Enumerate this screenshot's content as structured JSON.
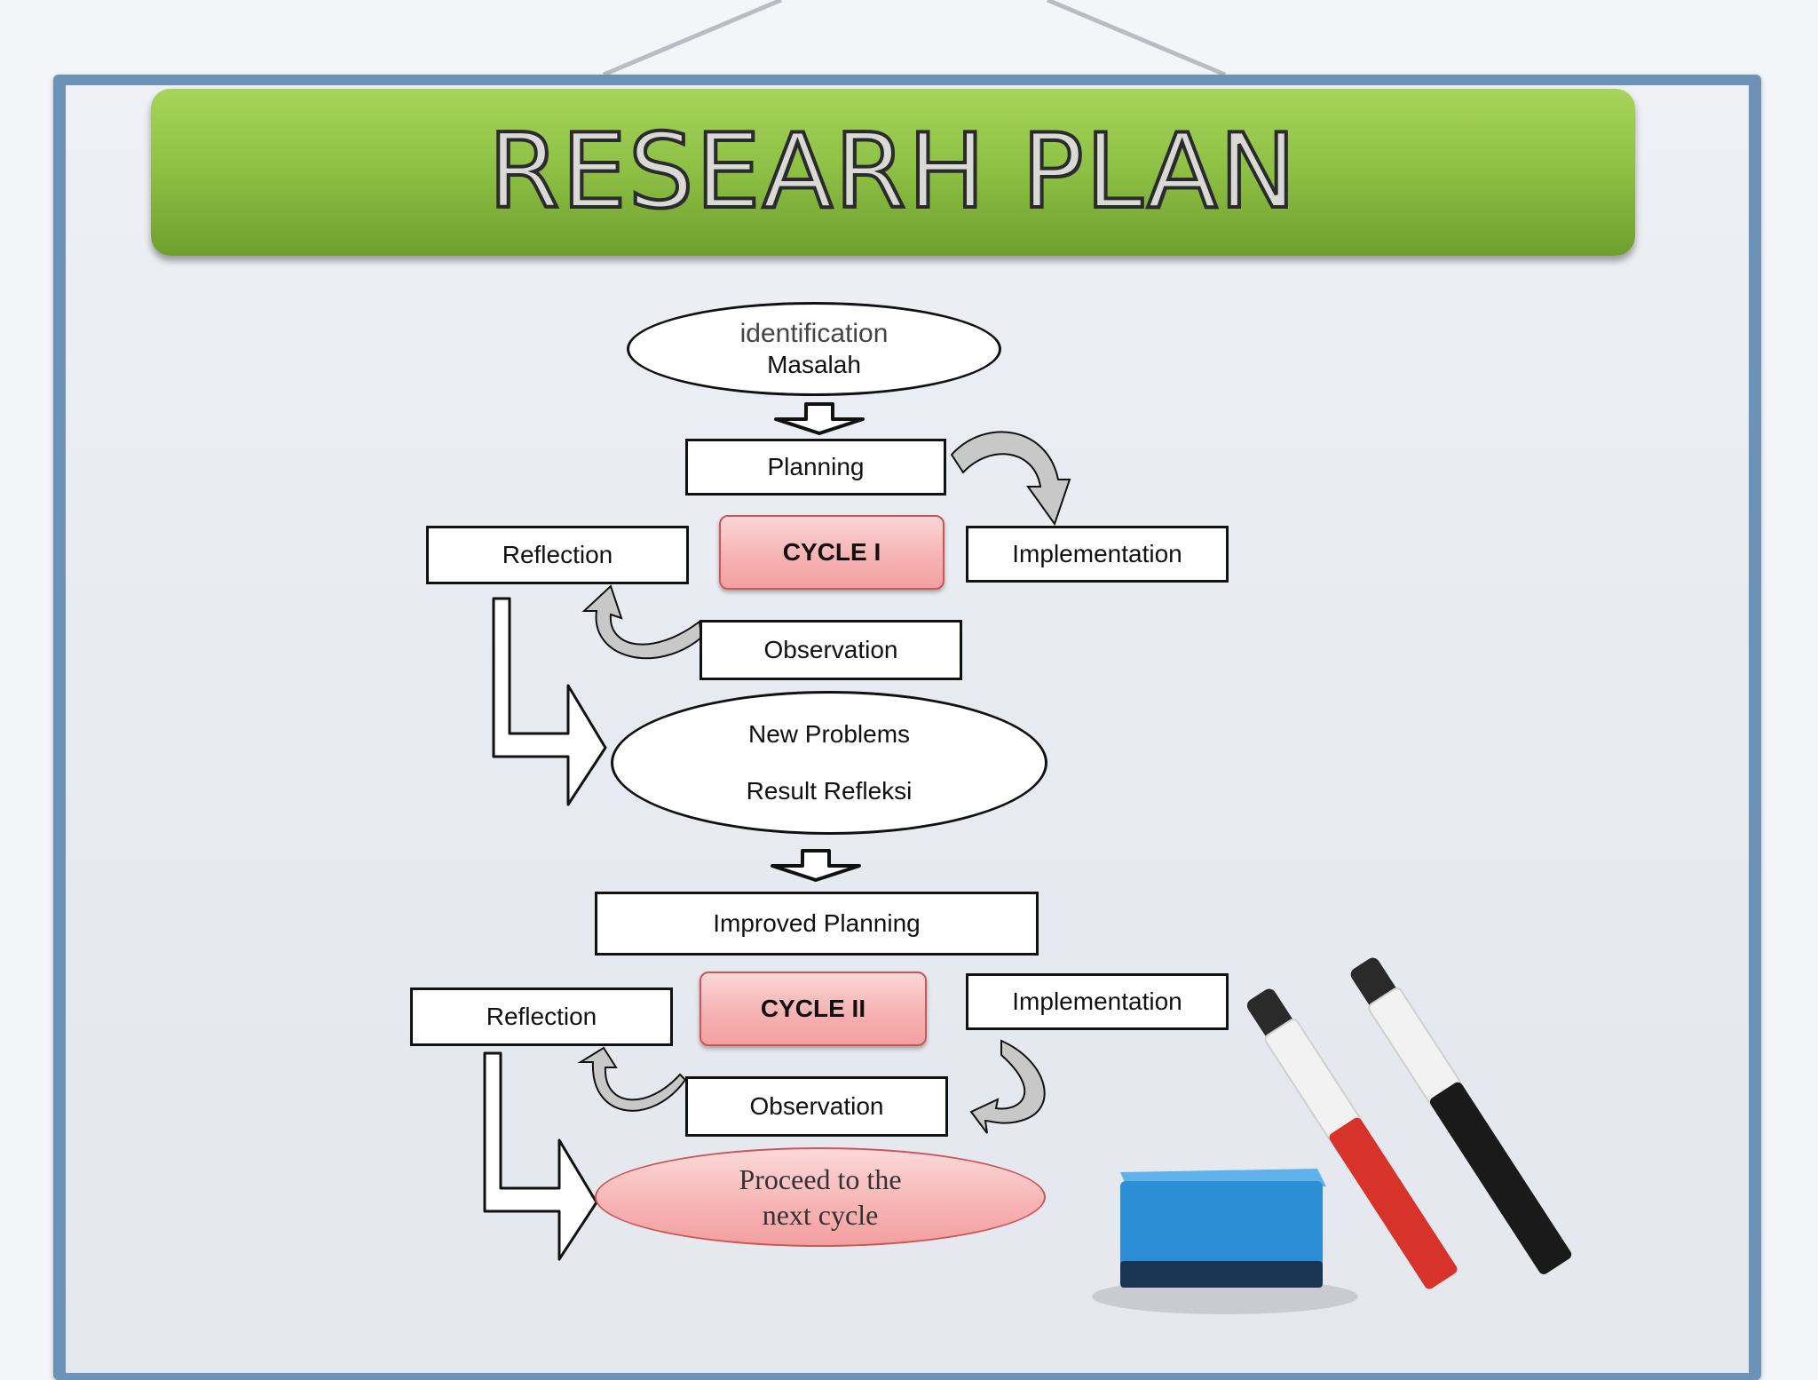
{
  "title": "RESEARH PLAN",
  "diagram": {
    "start": {
      "line1": "identification",
      "line2": "Masalah"
    },
    "cycle1": {
      "label": "CYCLE I",
      "planning": "Planning",
      "implementation": "Implementation",
      "observation": "Observation",
      "reflection": "Reflection"
    },
    "result": {
      "line1": "New Problems",
      "line2": "Result Refleksi"
    },
    "cycle2": {
      "label": "CYCLE II",
      "planning": "Improved Planning",
      "implementation": "Implementation",
      "observation": "Observation",
      "reflection": "Reflection"
    },
    "end": {
      "line1": "Proceed to the",
      "line2": "next cycle"
    }
  },
  "colors": {
    "title_bar": "#8fc246",
    "board_frame": "#6d92b8",
    "cycle_fill": "#f6b0b0",
    "eraser": "#2c8fd6",
    "marker_red": "#d8332a",
    "marker_black": "#1a1a1a"
  }
}
